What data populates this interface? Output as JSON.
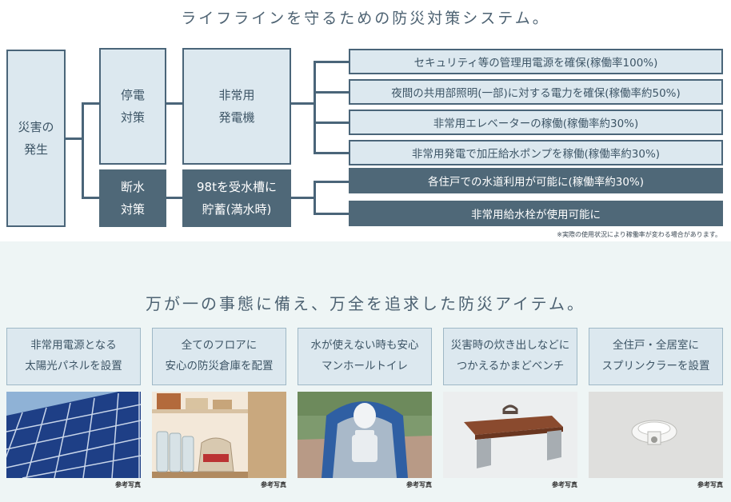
{
  "top_title": "ライフラインを守るための防災対策システム。",
  "diagram": {
    "root": [
      "災害の",
      "発生"
    ],
    "power": {
      "label": [
        "停電",
        "対策"
      ],
      "sub": [
        "非常用",
        "発電機"
      ]
    },
    "water": {
      "label": [
        "断水",
        "対策"
      ],
      "sub": [
        "98tを受水槽に",
        "貯蓄(満水時)"
      ]
    },
    "results": [
      "セキュリティ等の管理用電源を確保(稼働率100%)",
      "夜間の共用部照明(一部)に対する電力を確保(稼働率約50%)",
      "非常用エレベーターの稼働(稼働率約30%)",
      "非常用発電で加圧給水ポンプを稼働(稼働率約30%)",
      "各住戸での水道利用が可能に(稼働率約30%)",
      "非常用給水栓が使用可能に"
    ],
    "note": "※実際の使用状況により稼働率が変わる場合があります。"
  },
  "bottom_title": "万が一の事態に備え、万全を追求した防災アイテム。",
  "items": [
    {
      "line1": "非常用電源となる",
      "line2": "太陽光パネルを設置",
      "caption": "参考写真"
    },
    {
      "line1": "全てのフロアに",
      "line2": "安心の防災倉庫を配置",
      "caption": "参考写真"
    },
    {
      "line1": "水が使えない時も安心",
      "line2": "マンホールトイレ",
      "caption": "参考写真"
    },
    {
      "line1": "災害時の炊き出しなどに",
      "line2": "つかえるかまどベンチ",
      "caption": "参考写真"
    },
    {
      "line1": "全住戸・全居室に",
      "line2": "スプリンクラーを設置",
      "caption": "参考写真"
    }
  ],
  "colors": {
    "dark": "#4f6878",
    "light": "#dce8ef",
    "line": "#4a6579",
    "bg_bottom": "#eef5f5"
  }
}
